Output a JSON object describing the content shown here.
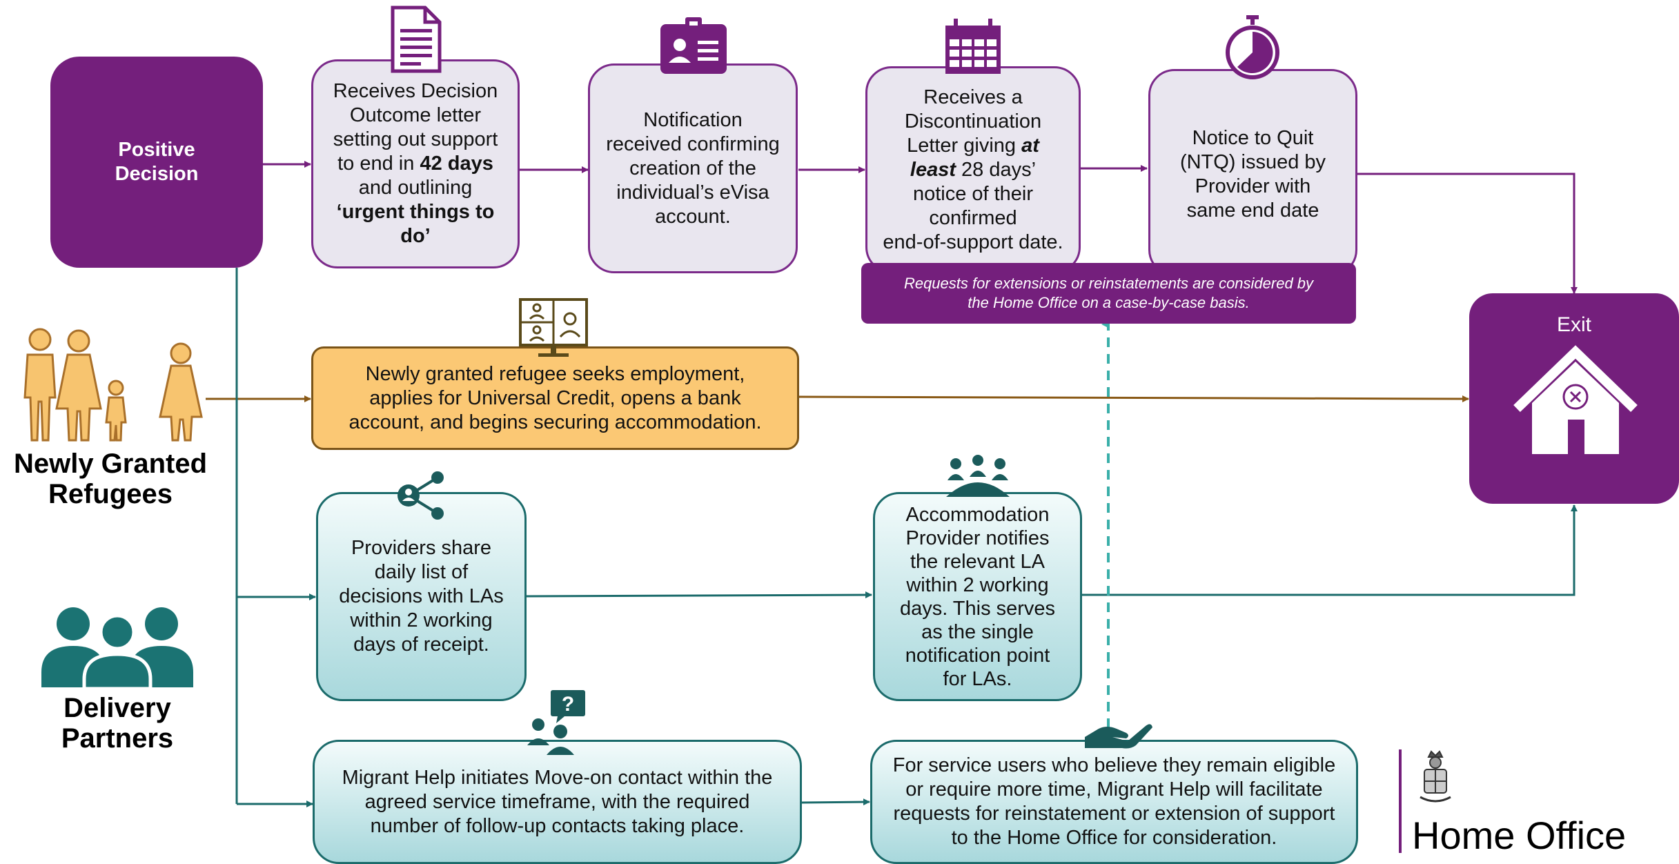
{
  "start": {
    "line1": "Positive",
    "line2": "Decision"
  },
  "steps": {
    "decision_letter": {
      "t1": "Receives Decision",
      "t2": "Outcome letter",
      "t3": "setting out support",
      "t4a": "to end in ",
      "t4b": "42 days",
      "t5": "and outlining",
      "t6": "‘urgent things to",
      "t7": "do’"
    },
    "notification": {
      "t1": "Notification",
      "t2": "received confirming",
      "t3": "creation of the",
      "t4": "individual’s eVisa",
      "t5": "account."
    },
    "discontinuation": {
      "t1": "Receives a",
      "t2": "Discontinuation",
      "t3a": "Letter giving ",
      "t3b": "at",
      "t4a": "least",
      "t4b": " 28 days’",
      "t5": "notice of their",
      "t6": "confirmed",
      "t7": "end-of-support date."
    },
    "ntq": {
      "t1": "Notice to Quit",
      "t2": "(NTQ) issued by",
      "t3": "Provider with",
      "t4": "same end date"
    },
    "extensions_note": {
      "t1": "Requests for extensions or reinstatements are considered by",
      "t2": "the Home Office on a case-by-case basis."
    },
    "refugee_action": {
      "t1": "Newly granted refugee seeks employment,",
      "t2": "applies for Universal Credit, opens a bank",
      "t3": "account, and begins securing accommodation."
    },
    "providers_share": {
      "t1": "Providers share",
      "t2": "daily list of",
      "t3": "decisions with LAs",
      "t4": "within 2 working",
      "t5": "days of receipt."
    },
    "accommodation_provider": {
      "t1": "Accommodation",
      "t2": "Provider notifies",
      "t3": "the relevant LA",
      "t4": "within 2 working",
      "t5": "days. This serves",
      "t6": "as the single",
      "t7": "notification point",
      "t8": "for LAs."
    },
    "migrant_help": {
      "t1": "Migrant Help initiates Move-on contact within the",
      "t2": "agreed service timeframe, with the required",
      "t3": "number of follow-up contacts taking place."
    },
    "reinstatement": {
      "t1": "For service users who believe they remain eligible",
      "t2": "or require more time, Migrant Help will facilitate",
      "t3": "requests for reinstatement or extension of support",
      "t4": "to the Home Office for consideration."
    }
  },
  "exit": {
    "label": "Exit"
  },
  "groups": {
    "refugees": {
      "line1": "Newly Granted",
      "line2": "Refugees"
    },
    "partners": {
      "line1": "Delivery",
      "line2": "Partners"
    }
  },
  "logo": {
    "text": "Home Office"
  },
  "colors": {
    "purple": "#741f7c",
    "teal": "#1b6b6b",
    "amber": "#fbc874",
    "amber_icon": "#e8b260",
    "brown_line": "#8a5a17",
    "dashed": "#3aafa9"
  },
  "icons": [
    "document-icon",
    "id-card-icon",
    "calendar-icon",
    "stopwatch-icon",
    "video-call-icon",
    "share-icon",
    "group-meeting-icon",
    "help-question-icon",
    "open-hand-icon",
    "family-icon",
    "people-icon",
    "house-icon",
    "royal-crest-icon"
  ]
}
